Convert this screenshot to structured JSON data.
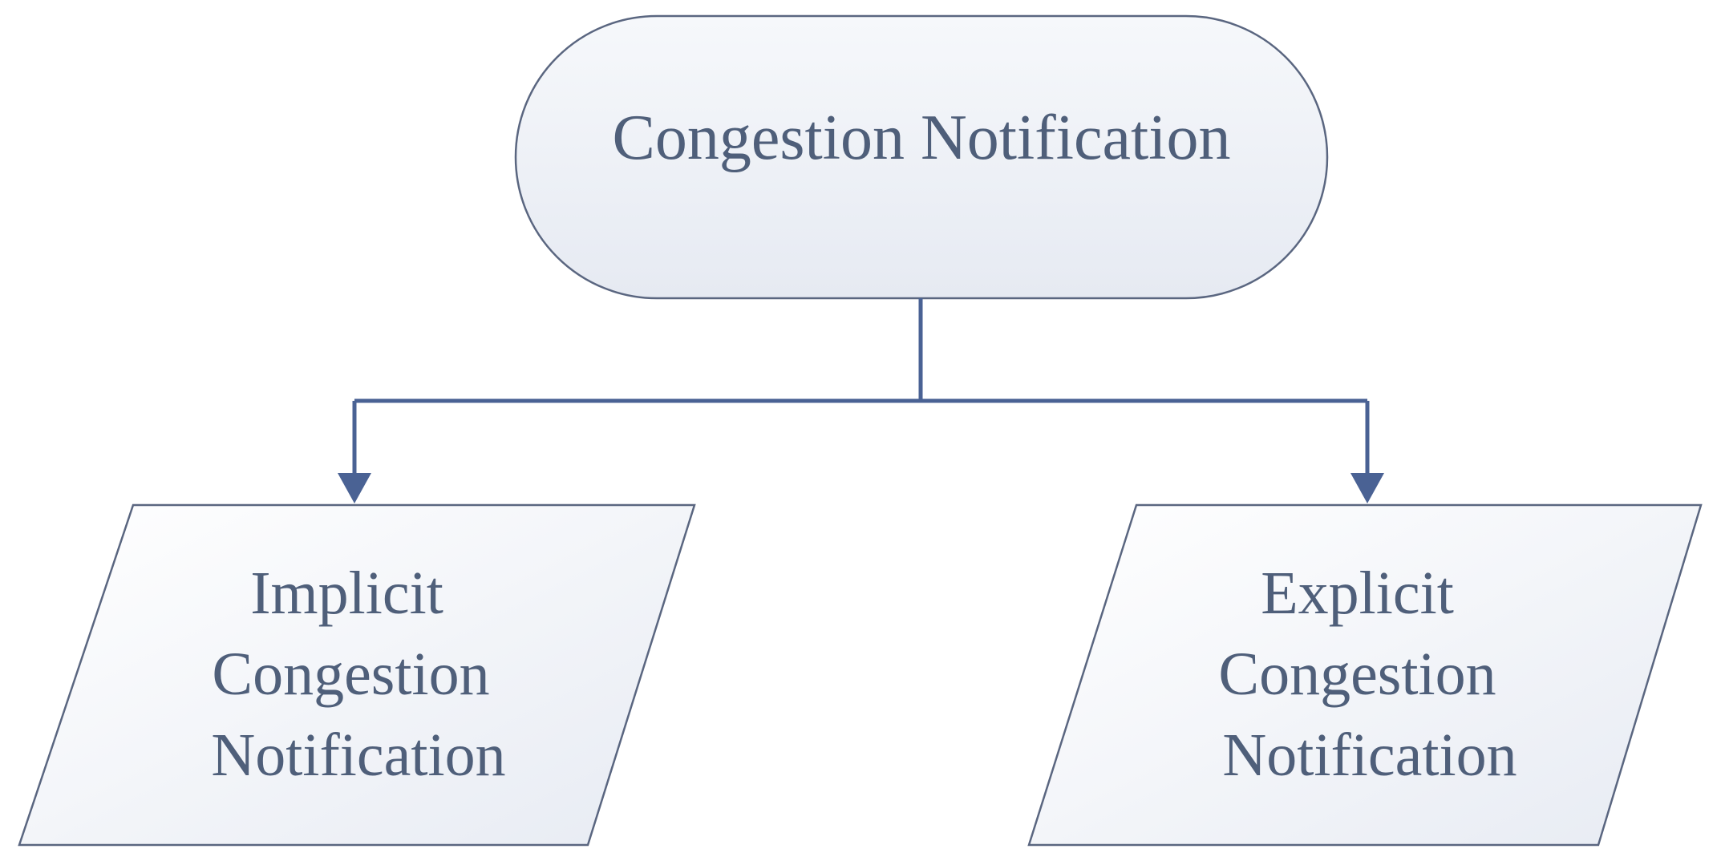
{
  "diagram": {
    "root": {
      "label": "Congestion Notification"
    },
    "children": [
      {
        "lines": [
          "Implicit",
          "Congestion",
          "Notification"
        ]
      },
      {
        "lines": [
          "Explicit",
          "Congestion",
          "Notification"
        ]
      }
    ],
    "colors": {
      "stroke": "#4a6294",
      "connector": "#4a6294",
      "text": "#4f5f7a",
      "fill_light": "#fafbfd",
      "fill_shade": "#e7ebf3"
    }
  }
}
